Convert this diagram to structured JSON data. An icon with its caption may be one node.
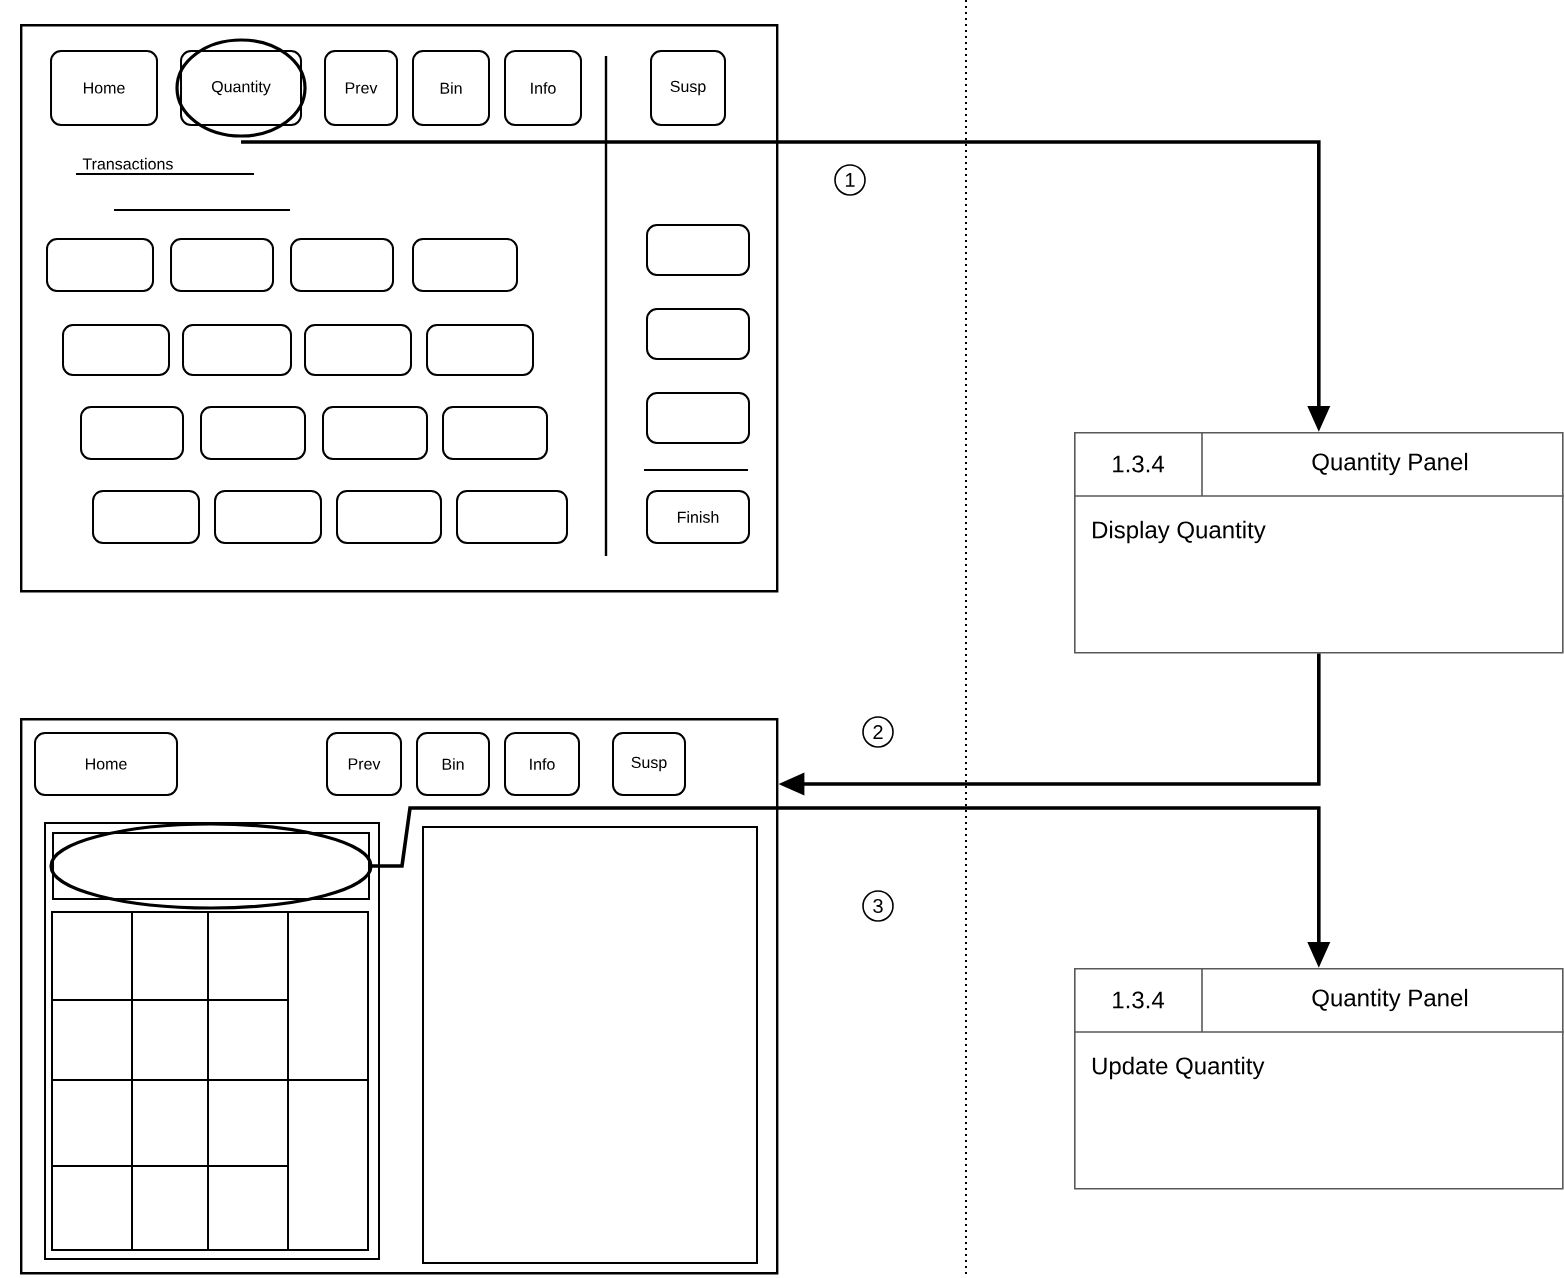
{
  "diagram": {
    "nodes": [
      {
        "text": [],
        "shape": "box"
      },
      {
        "text": [
          "Home"
        ],
        "in": 0
      },
      {
        "text": [
          "Quantity"
        ],
        "in": 0
      },
      {
        "text": [
          "Prev"
        ],
        "in": 0
      },
      {
        "text": [
          "Bin"
        ],
        "in": 0
      },
      {
        "text": [
          "Info"
        ],
        "in": 0
      },
      {
        "text": [
          "Susp"
        ],
        "in": 0
      },
      {
        "text": [],
        "shape": "box",
        "in": 0
      },
      {
        "text": [],
        "shape": "box",
        "in": 0
      },
      {
        "text": [],
        "shape": "box",
        "in": 0
      },
      {
        "text": [],
        "shape": "box",
        "in": 0
      },
      {
        "text": [],
        "shape": "box",
        "in": 0
      },
      {
        "text": [],
        "shape": "box",
        "in": 0
      },
      {
        "text": [],
        "shape": "box",
        "in": 0
      },
      {
        "text": [],
        "shape": "box",
        "in": 0
      },
      {
        "text": [],
        "shape": "box",
        "in": 0
      },
      {
        "text": [],
        "shape": "box",
        "in": 0
      },
      {
        "text": [],
        "shape": "box",
        "in": 0
      },
      {
        "text": [],
        "shape": "box",
        "in": 0
      },
      {
        "text": [],
        "shape": "box",
        "in": 0
      },
      {
        "text": [],
        "shape": "box",
        "in": 0
      },
      {
        "text": [],
        "shape": "box",
        "in": 0
      },
      {
        "text": [],
        "shape": "box",
        "in": 0
      },
      {
        "text": [],
        "shape": "box",
        "in": 0
      },
      {
        "text": [],
        "shape": "box",
        "in": 0
      },
      {
        "text": [],
        "shape": "box",
        "in": 0
      },
      {
        "text": [
          "Finish"
        ],
        "in": 0
      },
      {
        "text": [
          "1.3.4",
          "Quantity Panel",
          "Display Quantity"
        ]
      },
      {
        "text": [],
        "shape": "box"
      },
      {
        "text": [
          "Home"
        ],
        "in": 28
      },
      {
        "text": [
          "Prev"
        ],
        "in": 28
      },
      {
        "text": [
          "Bin"
        ],
        "in": 28
      },
      {
        "text": [
          "Info"
        ],
        "in": 28
      },
      {
        "text": [
          "Susp"
        ],
        "in": 28
      },
      {
        "text": [],
        "shape": "box",
        "in": 28
      },
      {
        "text": [],
        "shape": "box",
        "in": 34
      },
      {
        "text": [],
        "shape": "box",
        "in": 28
      },
      {
        "text": [
          "1.3.4",
          "Quantity Panel",
          "Update Quantity"
        ]
      }
    ],
    "edges": [
      {
        "from": 2,
        "to": 27,
        "arrow": "to",
        "label": "1"
      },
      {
        "from": 27,
        "to": 28,
        "arrow": "to",
        "label": "2"
      },
      {
        "from": 35,
        "to": 37,
        "arrow": "to",
        "label": "3"
      }
    ],
    "labels": [
      "Transactions"
    ]
  }
}
